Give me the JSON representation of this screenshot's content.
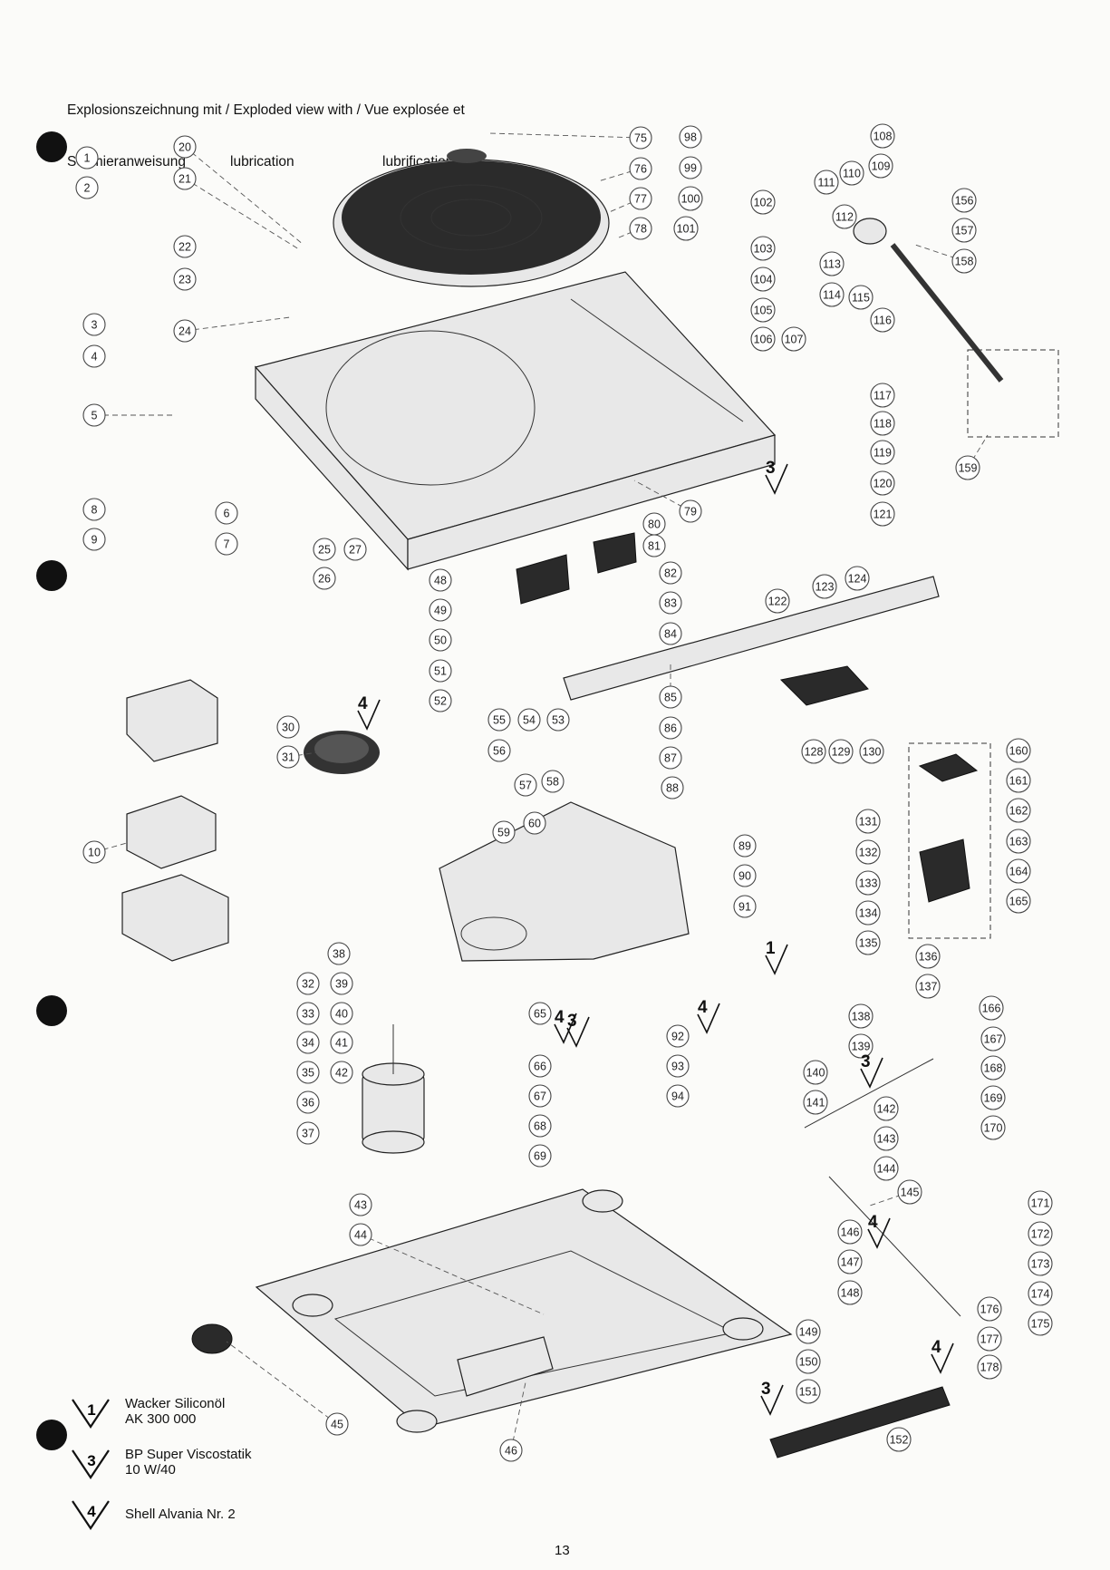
{
  "heading": {
    "line1": "Explosionszeichnung mit / Exploded view with / Vue explosée et",
    "line2_de": "Schmieranweisung",
    "line2_en": "lubrication",
    "line2_fr": "lubrification"
  },
  "callouts": [
    "1",
    "2",
    "3",
    "4",
    "5",
    "6",
    "7",
    "8",
    "9",
    "10",
    "20",
    "21",
    "22",
    "23",
    "24",
    "25",
    "26",
    "27",
    "30",
    "31",
    "32",
    "33",
    "34",
    "35",
    "36",
    "37",
    "38",
    "39",
    "40",
    "41",
    "42",
    "43",
    "44",
    "45",
    "46",
    "48",
    "49",
    "50",
    "51",
    "52",
    "53",
    "54",
    "55",
    "56",
    "57",
    "58",
    "59",
    "60",
    "65",
    "66",
    "67",
    "68",
    "69",
    "75",
    "76",
    "77",
    "78",
    "79",
    "80",
    "81",
    "82",
    "83",
    "84",
    "85",
    "86",
    "87",
    "88",
    "89",
    "90",
    "91",
    "92",
    "93",
    "94",
    "98",
    "99",
    "100",
    "101",
    "102",
    "103",
    "104",
    "105",
    "106",
    "107",
    "108",
    "109",
    "110",
    "111",
    "112",
    "113",
    "114",
    "115",
    "116",
    "117",
    "118",
    "119",
    "120",
    "121",
    "122",
    "123",
    "124",
    "128",
    "129",
    "130",
    "131",
    "132",
    "133",
    "134",
    "135",
    "136",
    "137",
    "138",
    "139",
    "140",
    "141",
    "142",
    "143",
    "144",
    "145",
    "146",
    "147",
    "148",
    "149",
    "150",
    "151",
    "152",
    "156",
    "157",
    "158",
    "159",
    "160",
    "161",
    "162",
    "163",
    "164",
    "165",
    "166",
    "167",
    "168",
    "169",
    "170",
    "171",
    "172",
    "173",
    "174",
    "175",
    "176",
    "177",
    "178"
  ],
  "lube_marks_in_drawing": [
    "4",
    "3",
    "3",
    "4",
    "1",
    "3",
    "4",
    "4",
    "3",
    "4"
  ],
  "legend": [
    {
      "mark": "1",
      "line1": "Wacker Siliconöl",
      "line2": "AK 300 000"
    },
    {
      "mark": "3",
      "line1": "BP Super Viscostatik",
      "line2": "10 W/40"
    },
    {
      "mark": "4",
      "line1": "Shell Alvania Nr. 2",
      "line2": ""
    }
  ],
  "page_number": "13"
}
